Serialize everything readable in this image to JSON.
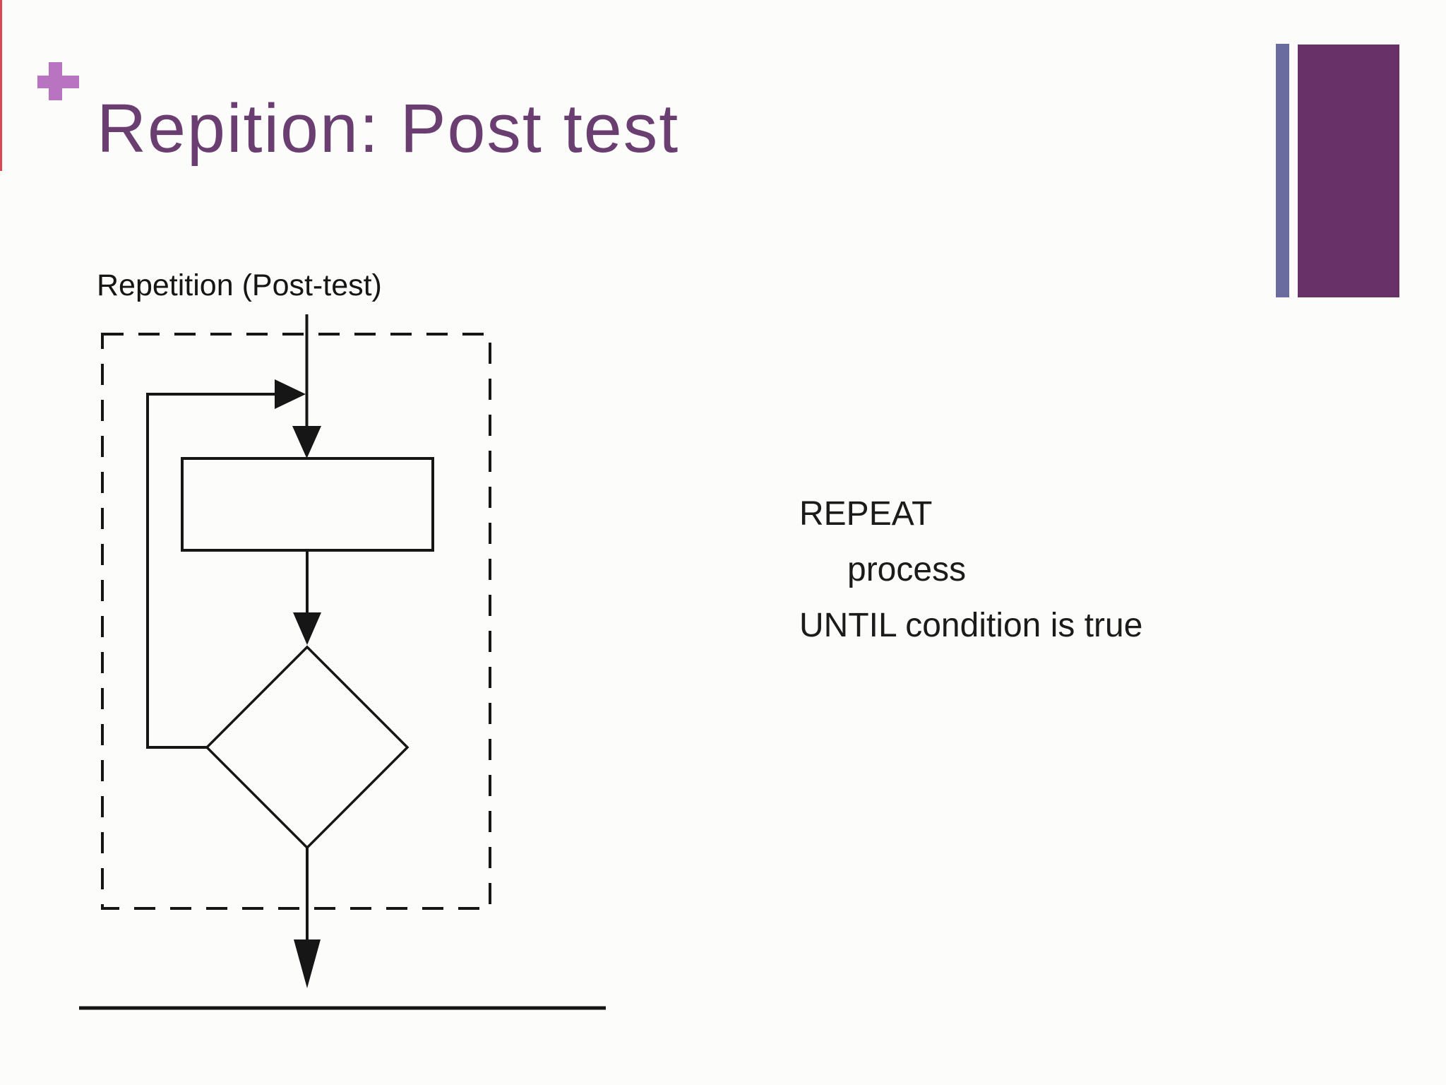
{
  "slide": {
    "title": "Repition: Post test",
    "icons": {
      "plus_marker": "plus",
      "arrowheads": "solid-black-triangle"
    },
    "colors": {
      "background": "#fcfcfa",
      "title_text": "#6b3e71",
      "plus_marker": "#b974c1",
      "bar_thin_lavender": "#6a6ca0",
      "bar_thick_purple": "#683168",
      "line_ink": "#161616"
    }
  },
  "flowchart": {
    "label": "Repetition (Post-test)",
    "structure": "post-test repetition loop",
    "shapes": {
      "process_box": "rectangle (empty)",
      "decision": "diamond (empty)",
      "boundary": "dashed rectangle"
    }
  },
  "pseudocode": {
    "line1": "REPEAT",
    "line2": "process",
    "line3": "UNTIL condition is true"
  }
}
